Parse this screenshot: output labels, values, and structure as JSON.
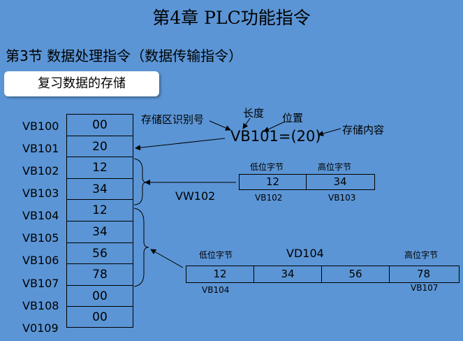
{
  "chapter_title": "第4章  PLC功能指令",
  "section_title": "第3节  数据处理指令（数据传输指令）",
  "review_label": "复习数据的存储",
  "memory": [
    {
      "address": "VB100",
      "value": "00"
    },
    {
      "address": "VB101",
      "value": "20"
    },
    {
      "address": "VB102",
      "value": "12"
    },
    {
      "address": "VB103",
      "value": "34"
    },
    {
      "address": "VB104",
      "value": "12"
    },
    {
      "address": "VB105",
      "value": "34"
    },
    {
      "address": "VB106",
      "value": "56"
    },
    {
      "address": "VB107",
      "value": "78"
    },
    {
      "address": "VB108",
      "value": "00"
    },
    {
      "address": "V0109",
      "value": "00"
    }
  ],
  "annotation": {
    "area_label": "存储区识别号",
    "length_label": "长度",
    "position_label": "位置",
    "content_label": "存储内容",
    "equation": "VB101=(20)"
  },
  "word": {
    "name": "VW102",
    "low_label": "低位字节",
    "high_label": "高位字节",
    "values": [
      "12",
      "34"
    ],
    "low_addr": "VB102",
    "high_addr": "VB103"
  },
  "dword": {
    "name": "VD104",
    "low_label": "低位字节",
    "high_label": "高位字节",
    "values": [
      "12",
      "34",
      "56",
      "78"
    ],
    "low_addr": "VB104",
    "high_addr": "VB107"
  }
}
